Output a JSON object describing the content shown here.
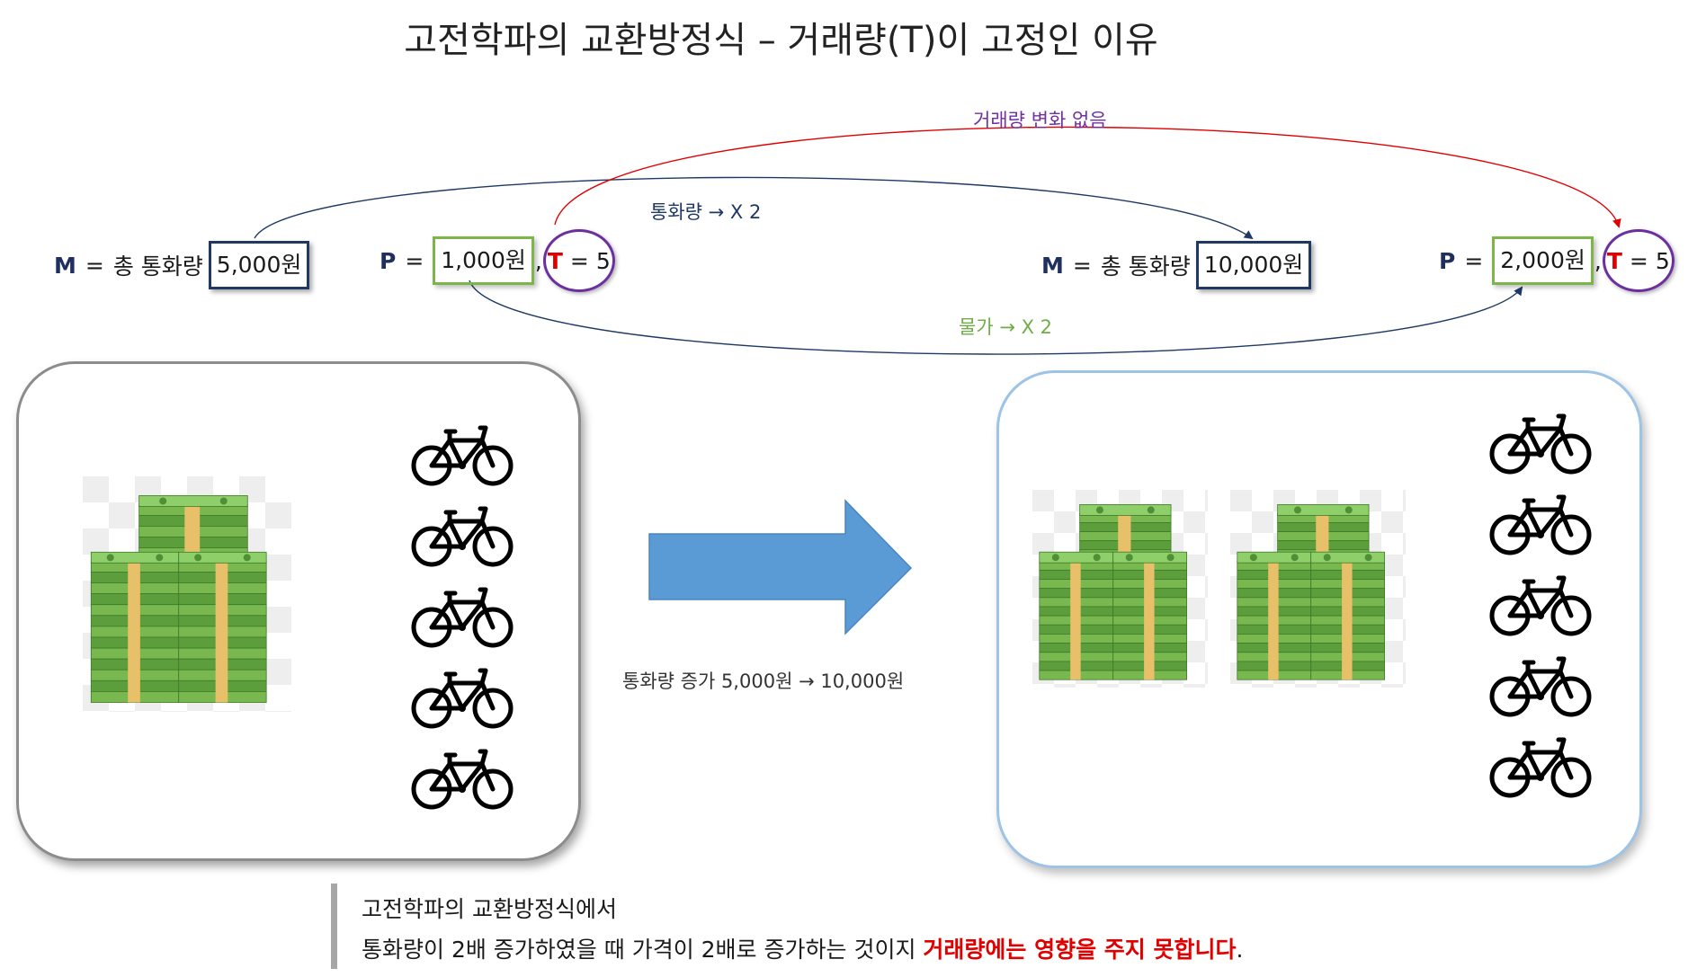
{
  "title": "고전학파의 교환방정식 – 거래량(T)이 고정인 이유",
  "left_equation": {
    "m_symbol": "M",
    "equals": "=",
    "m_text": "총 통화량",
    "m_value": "5,000원",
    "p_symbol": "P",
    "p_value": "1,000원",
    "comma": ",",
    "t_symbol": "T",
    "t_value": "5"
  },
  "right_equation": {
    "m_symbol": "M",
    "equals": "=",
    "m_text": "총 통화량",
    "m_value": "10,000원",
    "p_symbol": "P",
    "p_value": "2,000원",
    "comma": ",",
    "t_symbol": "T",
    "t_value": "5"
  },
  "arrow_labels": {
    "no_change": "거래량 변화 없음",
    "money_x2": "통화량 → X 2",
    "price_x2": "물가 → X 2"
  },
  "center_caption": "통화량 증가 5,000원 → 10,000원",
  "note": {
    "line1": "고전학파의 교환방정식에서",
    "line2_plain": "통화량이 2배 증가하였을 때 가격이 2배로 증가하는 것이지 ",
    "line2_emphasis": "거래량에는 영향을 주지 못합니다",
    "line2_end": "."
  },
  "colors": {
    "money_box": "#1f3864",
    "price_box": "#7ab648",
    "t_circle": "#6b2fa0",
    "t_symbol": "#e00000",
    "no_change_label": "#7030a0",
    "money_label": "#1f3864",
    "price_label": "#70ad47",
    "big_arrow": "#5b9bd5",
    "emphasis": "#e00000"
  },
  "icons": {
    "money": "money-stack-icon",
    "bike": "bicycle-icon",
    "arrow": "right-arrow-icon"
  }
}
